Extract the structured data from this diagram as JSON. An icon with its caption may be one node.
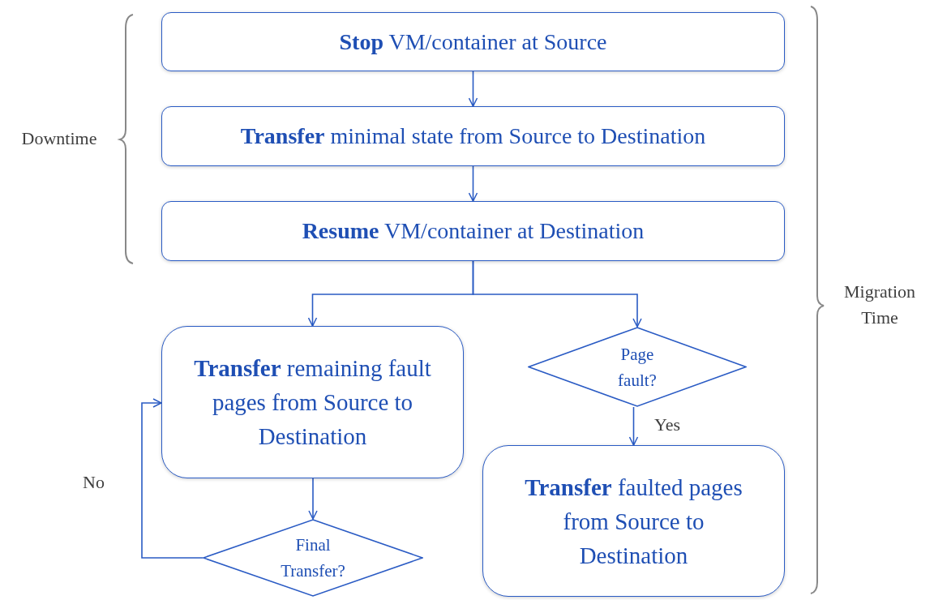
{
  "diagram": {
    "nodes": [
      {
        "text": [
          "**Stop** VM/container at Source"
        ]
      },
      {
        "text": [
          "**Transfer** minimal state from Source to Destination"
        ]
      },
      {
        "text": [
          "**Resume** VM/container at Destination"
        ]
      },
      {
        "text": [
          "**Transfer** remaining fault pages from Source to Destination"
        ]
      },
      {
        "text": [
          "Page fault?"
        ]
      },
      {
        "text": [
          "**Transfer** faulted pages from Source to Destination"
        ]
      },
      {
        "text": [
          "Final Transfer?"
        ]
      }
    ],
    "edges": [
      {
        "from": 0,
        "to": 1,
        "arrow": "to"
      },
      {
        "from": 1,
        "to": 2,
        "arrow": "to"
      },
      {
        "from": 2,
        "to": 3,
        "arrow": "to"
      },
      {
        "from": 2,
        "to": 4,
        "arrow": "to"
      },
      {
        "from": 4,
        "to": 5,
        "arrow": "to",
        "label": "Yes"
      },
      {
        "from": 3,
        "to": 6,
        "arrow": "to"
      },
      {
        "from": 6,
        "to": 3,
        "arrow": "to",
        "label": "No"
      }
    ],
    "labels": [
      "Downtime",
      "Migration Time"
    ]
  }
}
